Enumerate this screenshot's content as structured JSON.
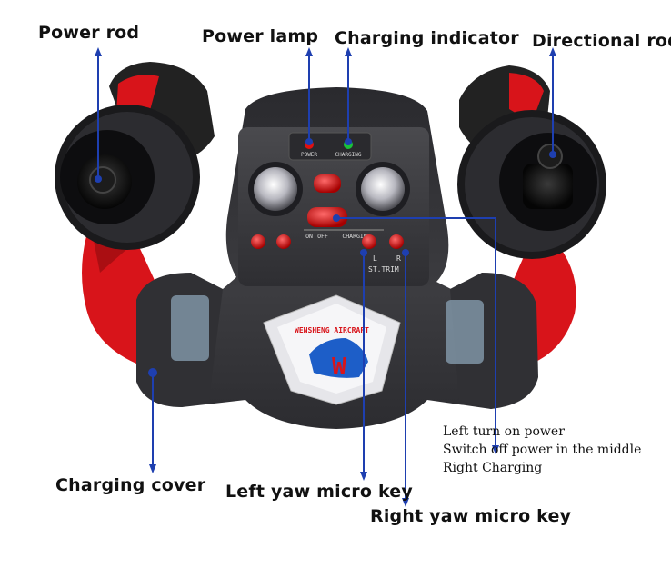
{
  "labels": {
    "power_rod": "Power rod",
    "power_lamp": "Power lamp",
    "charging_indicator": "Charging indicator",
    "directional_rod": "Directional rod",
    "charging_cover": "Charging cover",
    "left_yaw_micro_key": "Left yaw micro key",
    "right_yaw_micro_key": "Right yaw micro key"
  },
  "switch_note": {
    "line1": "Left turn on power",
    "line2": "Switch off power in the middle",
    "line3": "Right Charging"
  },
  "panel": {
    "power_text": "POWER",
    "charging_text": "CHARGING",
    "on_text": "ON",
    "off_text": "OFF",
    "switch_charging_text": "CHARGING",
    "trim_l": "L",
    "trim_r": "R",
    "trim_text": "ST.TRIM"
  },
  "badge": {
    "brand_text": "WENSHENG AIRCRAFT",
    "logo_letter": "W"
  },
  "colors": {
    "arrow": "#1e3fb0",
    "body": "#3a3a3e",
    "accent": "#d8141a",
    "power_led": "#e01010",
    "charging_led": "#19c23a"
  }
}
